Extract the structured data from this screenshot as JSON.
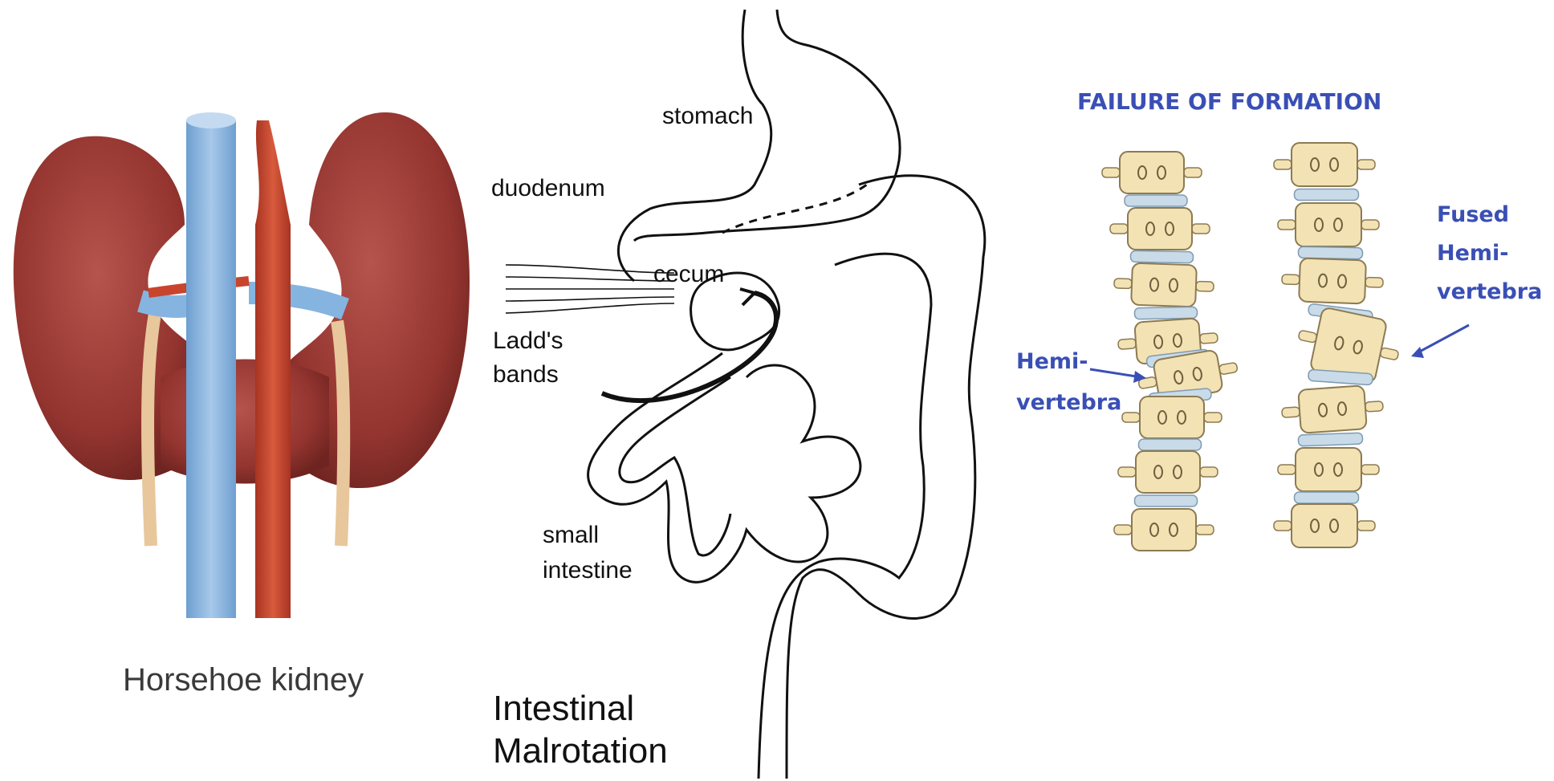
{
  "kidney": {
    "caption": "Horsehoe kidney",
    "colors": {
      "kidney": "#9e3a34",
      "vein": "#86b4e0",
      "artery": "#c8442c",
      "ureter": "#e6c49a"
    }
  },
  "malrotation": {
    "labels": {
      "stomach": "stomach",
      "duodenum": "duodenum",
      "cecum": "cecum",
      "ladds_line1": "Ladd's",
      "ladds_line2": "bands",
      "small_line1": "small",
      "small_line2": "intestine"
    },
    "caption_line1": "Intestinal",
    "caption_line2": "Malrotation"
  },
  "vertebra": {
    "title": "FAILURE OF FORMATION",
    "hemi_line1": "Hemi-",
    "hemi_line2": "vertebra",
    "fused_line1": "Fused",
    "fused_line2": "Hemi-",
    "fused_line3": "vertebra",
    "colors": {
      "bone": "#f3e2b3",
      "disc": "#c9dbe8",
      "label": "#3a4fb5"
    }
  }
}
